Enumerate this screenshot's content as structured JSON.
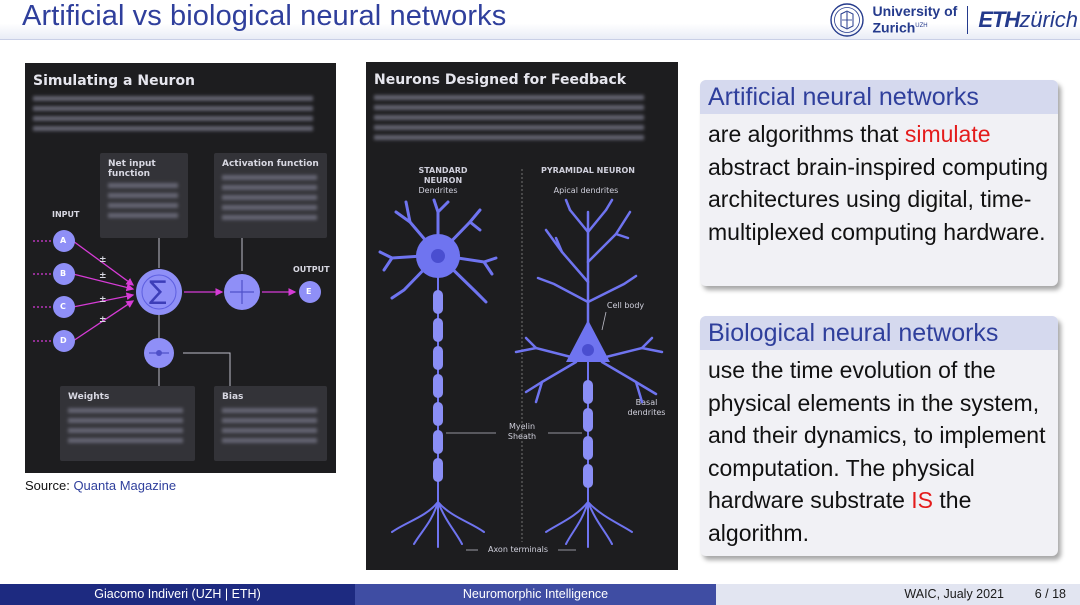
{
  "slide_title": "Artificial vs biological neural networks",
  "logos": {
    "uzh_line1": "University of",
    "uzh_line2": "Zurich",
    "uzh_mark": "UZH",
    "eth_bold": "ETH",
    "eth_italic": "zürich"
  },
  "figure_left": {
    "title": "Simulating a Neuron",
    "labels": {
      "input": "INPUT",
      "output": "OUTPUT",
      "net_input": "Net input\nfunction",
      "activation": "Activation function",
      "weights": "Weights",
      "bias": "Bias"
    },
    "nodes": [
      "A",
      "B",
      "C",
      "D",
      "E"
    ],
    "sum_symbol": "∑",
    "signs": [
      "±",
      "±",
      "±",
      "±"
    ]
  },
  "source": {
    "prefix": "Source:",
    "link": "Quanta Magazine"
  },
  "figure_middle": {
    "title": "Neurons Designed for Feedback",
    "standard": "STANDARD NEURON",
    "pyramidal": "PYRAMIDAL NEURON",
    "dendrites": "Dendrites",
    "apical": "Apical dendrites",
    "cell_body": "Cell body",
    "basal": "Basal\ndendrites",
    "myelin": "Myelin\nSheath",
    "axon": "Axon terminals"
  },
  "block1": {
    "title": "Artificial neural networks",
    "body_pre": "are algorithms that ",
    "body_red": "simulate",
    "body_post": " abstract brain-inspired computing architectures using digital, time-multiplexed computing hardware."
  },
  "block2": {
    "title": "Biological neural networks",
    "body_pre": "use the time evolution of the physical elements in the system, and their dynamics, to implement computation. The physical hardware substrate ",
    "body_red": "IS",
    "body_post": " the algorithm."
  },
  "footer": {
    "author": "Giacomo Indiveri  (UZH | ETH)",
    "talk": "Neuromorphic Intelligence",
    "event": "WAIC, Jualy 2021",
    "page": "6 / 18"
  },
  "colors": {
    "title_blue": "#2f3f9c",
    "highlight_red": "#e41b1b",
    "neuron_blue": "#6f74f0",
    "arrow_magenta": "#d63bd6"
  }
}
